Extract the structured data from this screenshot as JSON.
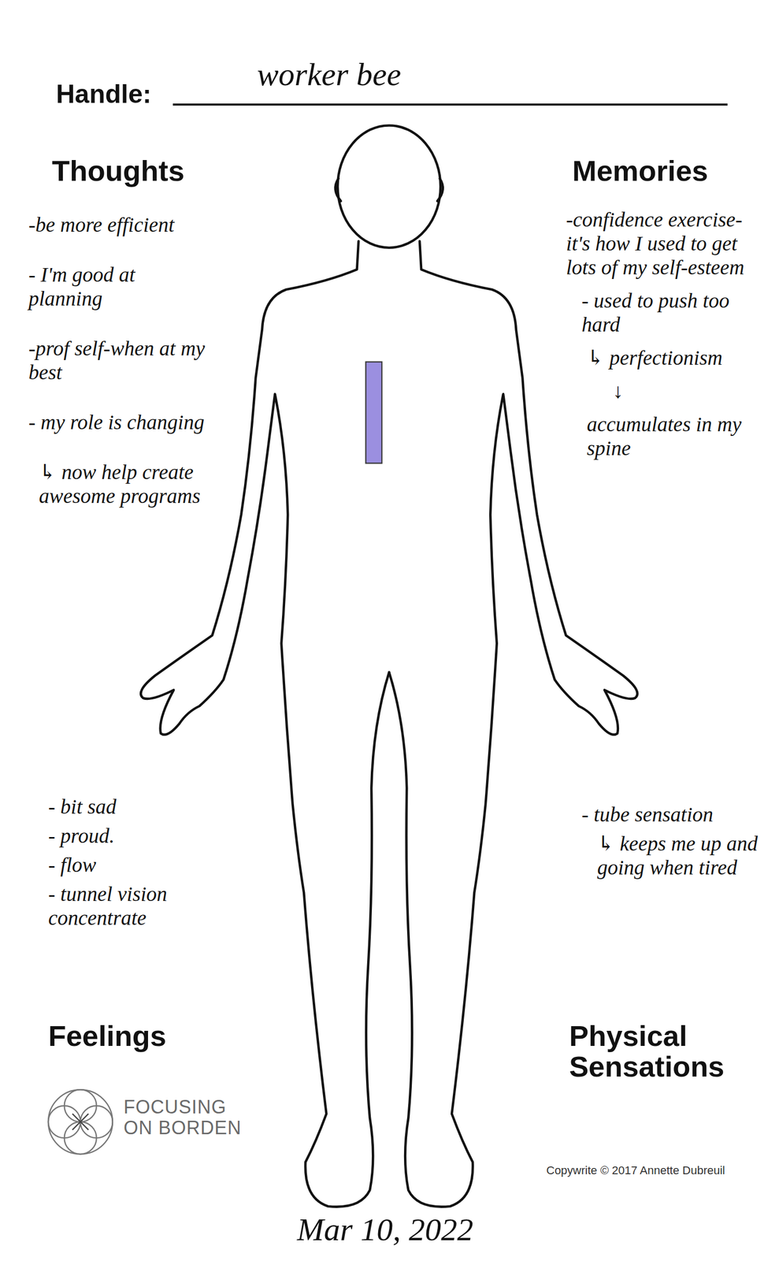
{
  "diagram": {
    "labels": [
      "Handle:",
      "worker bee",
      "Thoughts",
      "-be more efficient",
      "- I'm good at planning",
      "-prof self-when at my best",
      "- my role is changing",
      "↳ now help create awesome programs",
      "Memories",
      "-confidence exercise- it's how I used to get lots of my self-esteem",
      "- used to push too hard",
      "↳ perfectionism",
      "↓",
      "accumulates in my spine",
      "- bit sad",
      "- proud.",
      "- flow",
      "- tunnel vision concentrate",
      "Feelings",
      "- tube sensation",
      "↳ keeps me up and going when tired",
      "Physical Sensations",
      "FOCUSING",
      "ON BORDEN",
      "Copywrite © 2017 Annette Dubreuil",
      "Mar 10, 2022"
    ]
  }
}
